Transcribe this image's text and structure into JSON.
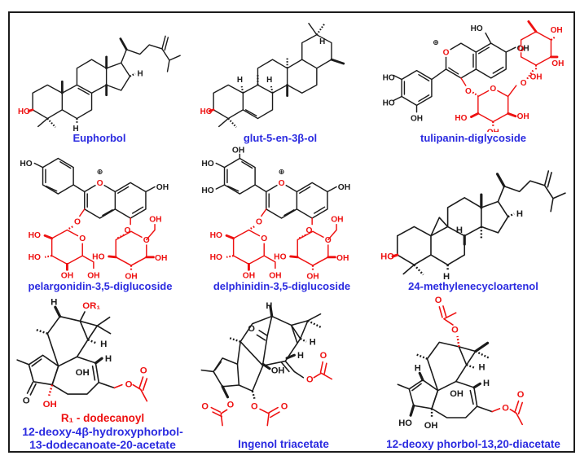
{
  "figure": {
    "background": "#ffffff",
    "border_color": "#1b1b1b",
    "colors": {
      "label_blue": "#2b2be0",
      "heteroatom_red": "#ee1111",
      "skeleton_black": "#1b1b1b"
    },
    "atom_labels": {
      "HO": "HO",
      "OH": "OH",
      "O": "O",
      "H": "H",
      "OR1": "OR₁",
      "plus_charge": "⊕"
    },
    "compounds": [
      {
        "name": "Euphorbol"
      },
      {
        "name": "glut-5-en-3β-ol"
      },
      {
        "name": "tulipanin-diglycoside"
      },
      {
        "name": "pelargonidin-3,5-diglucoside"
      },
      {
        "name": "delphinidin-3,5-diglucoside"
      },
      {
        "name": "24-methylenecycloartenol"
      },
      {
        "substituent_note": "R₁ - dodecanoyl",
        "name_line1": "12-deoxy-4β-hydroxyphorbol-",
        "name_line2": "13-dodecanoate-20-acetate"
      },
      {
        "name": "Ingenol triacetate"
      },
      {
        "name": "12-deoxy phorbol-13,20-diacetate"
      }
    ]
  }
}
